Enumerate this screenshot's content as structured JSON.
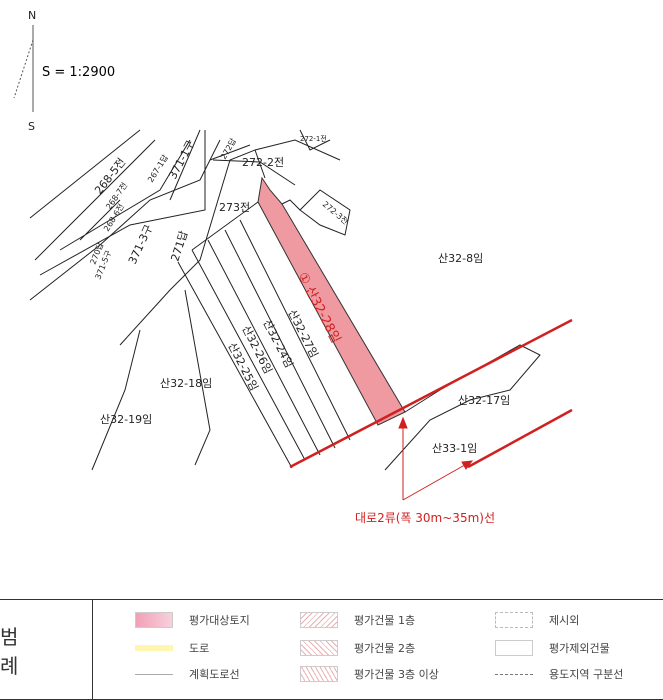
{
  "north_label": "N",
  "south_label": "S",
  "scale": "S = 1:2900",
  "parcels": {
    "p268_5": "268-5전",
    "p268_7": "268-7전",
    "p268_6": "268-6전",
    "p267_1": "267-1답",
    "p371_1": "371-1구",
    "p270": "270답",
    "p371_5": "371-5구",
    "p371_3": "371-3구",
    "p271": "271답",
    "p272": "272답",
    "p272_2": "272-2전",
    "p272_1": "272-1전",
    "p272_3": "272-3전",
    "p273": "273전",
    "s32_8": "산32-8임",
    "s32_28": "① 산32-28임",
    "s32_27": "산32-27임",
    "s32_24": "산32-24임",
    "s32_26": "산32-26임",
    "s32_25": "산32-25임",
    "s32_18": "산32-18임",
    "s32_19": "산32-19임",
    "s32_17": "산32-17임",
    "s33_1": "산33-1임"
  },
  "road_annotation": "대로2류(폭 30m~35m)선",
  "colors": {
    "subject": "#ee9aa0",
    "road_line": "#d02020"
  },
  "legend": {
    "title": "범 례",
    "items": [
      "평가대상토지",
      "도로",
      "계획도로선",
      "평가건물 1층",
      "평가건물 2층",
      "평가건물 3층 이상",
      "제시외",
      "평가제외건물",
      "용도지역 구분선"
    ]
  }
}
